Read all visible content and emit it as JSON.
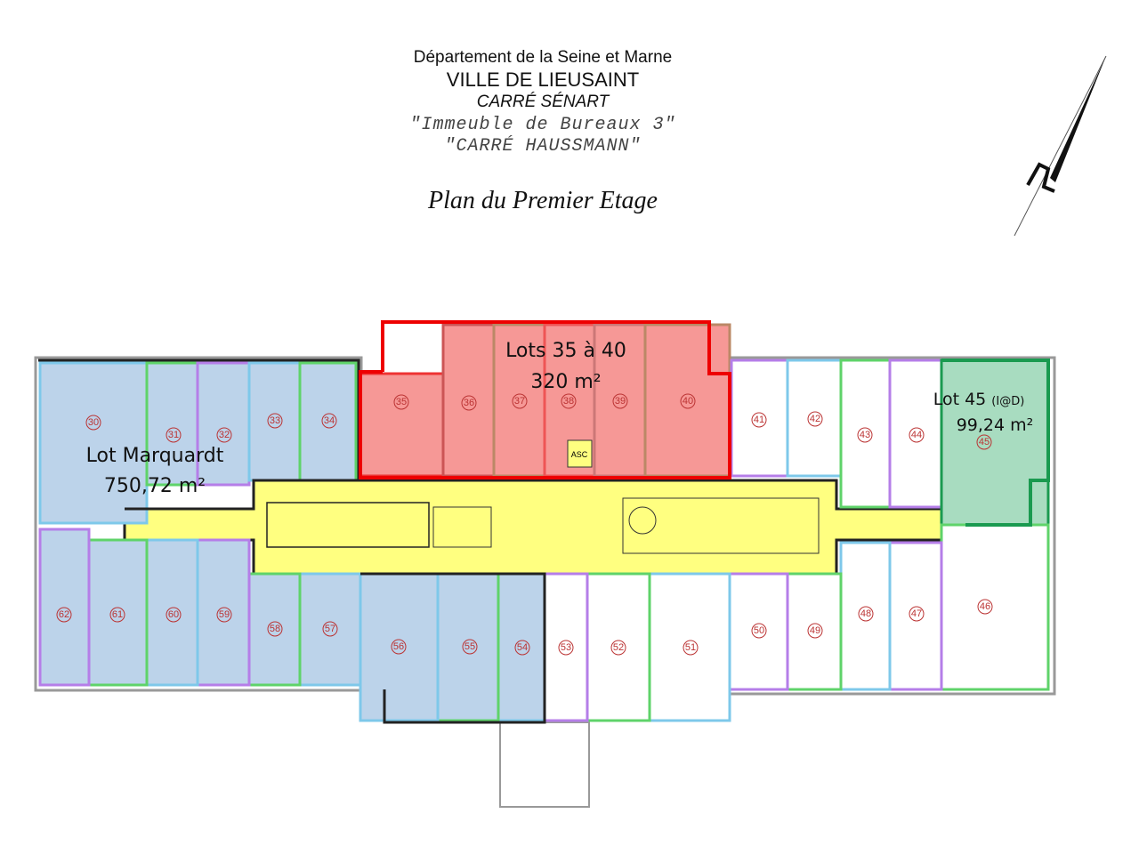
{
  "header": {
    "department": "Département de la Seine et Marne",
    "city": "VILLE DE LIEUSAINT",
    "site": "CARRÉ SÉNART",
    "building": "\"Immeuble de Bureaux 3\"",
    "building_name": "\"CARRÉ HAUSSMANN\"",
    "plan_title": "Plan du Premier Etage"
  },
  "compass": {
    "icon": "north-arrow-icon"
  },
  "lots": {
    "marquardt": {
      "name": "Lot Marquardt",
      "area": "750,72 m²",
      "color": "#bcd3ea"
    },
    "lots_35_40": {
      "name": "Lots 35 à 40",
      "area": "320 m²",
      "color": "#f69896"
    },
    "lot_45": {
      "name": "Lot 45",
      "tag": "(I@D)",
      "area": "99,24 m²",
      "color": "#a8dcc0"
    }
  },
  "corridor_color": "#ffff80",
  "elevator_label": "ASC",
  "rooms": [
    "30",
    "31",
    "32",
    "33",
    "34",
    "35",
    "36",
    "37",
    "38",
    "39",
    "40",
    "41",
    "42",
    "43",
    "44",
    "45",
    "46",
    "47",
    "48",
    "49",
    "50",
    "51",
    "52",
    "53",
    "54",
    "55",
    "56",
    "57",
    "58",
    "59",
    "60",
    "61",
    "62"
  ]
}
